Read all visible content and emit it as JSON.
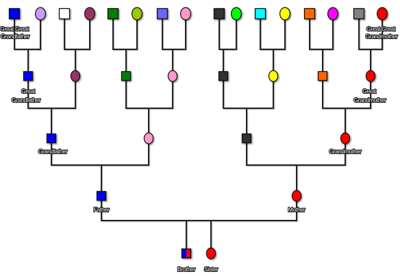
{
  "legend": {
    "great_great_grandfather": [
      "Great Great",
      "Grandfather"
    ],
    "great_great_grandmother": [
      "Great Great",
      "Grandmother"
    ],
    "great_grandfather": [
      "Great",
      "Grandfather"
    ],
    "great_grandmother": [
      "Great",
      "Grandmother"
    ],
    "grandfather": "Grandfather",
    "grandmother": "Grandmother",
    "father": "Father",
    "mother": "Mother",
    "brother": "Brother",
    "sister": "Sister"
  },
  "generations": {
    "great_great_grandparents": [
      {
        "sex": "male",
        "fill": "#0000ff"
      },
      {
        "sex": "female",
        "fill": "#cc99ff"
      },
      {
        "sex": "male",
        "fill": "#ffffff"
      },
      {
        "sex": "female",
        "fill": "#993366"
      },
      {
        "sex": "male",
        "fill": "#008000"
      },
      {
        "sex": "female",
        "fill": "#99cc00"
      },
      {
        "sex": "male",
        "fill": "#6666ff"
      },
      {
        "sex": "female",
        "fill": "#ff99cc"
      },
      {
        "sex": "male",
        "fill": "#333333"
      },
      {
        "sex": "female",
        "fill": "#00ff00"
      },
      {
        "sex": "male",
        "fill": "#00ffff"
      },
      {
        "sex": "female",
        "fill": "#ffff00"
      },
      {
        "sex": "male",
        "fill": "#ff6600"
      },
      {
        "sex": "female",
        "fill": "#ff00ff"
      },
      {
        "sex": "male",
        "fill": "#808080"
      },
      {
        "sex": "female",
        "fill": "#ff0000"
      }
    ],
    "great_grandparents": [
      {
        "sex": "male",
        "fill": "#0000ff"
      },
      {
        "sex": "female",
        "fill": "#993366"
      },
      {
        "sex": "male",
        "fill": "#008000"
      },
      {
        "sex": "female",
        "fill": "#ff99cc"
      },
      {
        "sex": "male",
        "fill": "#333333"
      },
      {
        "sex": "female",
        "fill": "#ffff00"
      },
      {
        "sex": "male",
        "fill": "#ff6600"
      },
      {
        "sex": "female",
        "fill": "#ff0000"
      }
    ],
    "grandparents": [
      {
        "sex": "male",
        "fill": "#0000ff"
      },
      {
        "sex": "female",
        "fill": "#ff99cc"
      },
      {
        "sex": "male",
        "fill": "#333333"
      },
      {
        "sex": "female",
        "fill": "#ff0000"
      }
    ],
    "parents": [
      {
        "sex": "male",
        "fill": "#0000ff"
      },
      {
        "sex": "female",
        "fill": "#ff0000"
      }
    ],
    "children": [
      {
        "sex": "male",
        "fill": "#0000ff",
        "fill2": "#ff0000"
      },
      {
        "sex": "female",
        "fill": "#ff0000"
      }
    ]
  }
}
